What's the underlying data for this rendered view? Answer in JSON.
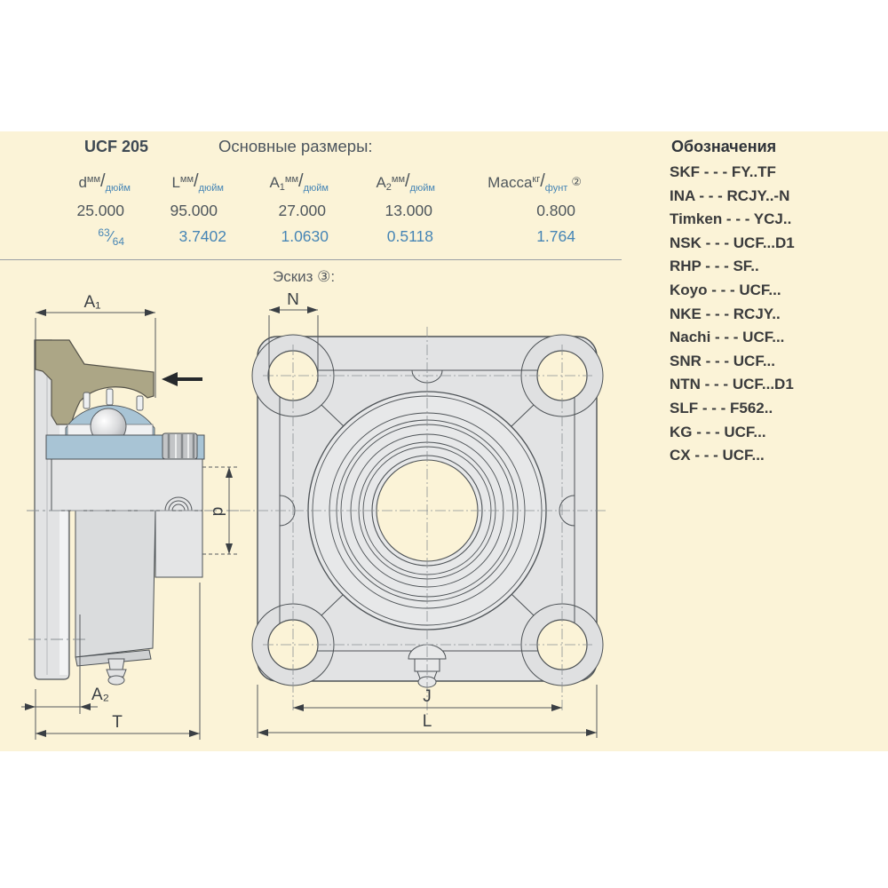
{
  "colors": {
    "panel_bg": "#fbf3d7",
    "accent_blue": "#4685b5",
    "text_dark": "#4e565c",
    "flange_olive": "#aca686",
    "bearing_blue": "#a8c4d5",
    "metal_grey": "#e2e3e4",
    "line_dark": "#4d5256"
  },
  "header": {
    "model": "UCF 205",
    "table_title": "Основные размеры:"
  },
  "table": {
    "slash": "/",
    "columns": [
      {
        "letter": "d",
        "letter_sub": "",
        "unit_top": "мм",
        "unit_bottom": "дюйм",
        "mm": "25.000",
        "inch_sup": "63",
        "inch_sub": "64",
        "frac_slash": "⁄"
      },
      {
        "letter": "L",
        "letter_sub": "",
        "unit_top": "мм",
        "unit_bottom": "дюйм",
        "mm": "95.000",
        "inch": "3.7402"
      },
      {
        "letter": "A",
        "letter_sub": "1",
        "unit_top": "мм",
        "unit_bottom": "дюйм",
        "mm": "27.000",
        "inch": "1.0630"
      },
      {
        "letter": "A",
        "letter_sub": "2",
        "unit_top": "мм",
        "unit_bottom": "дюйм",
        "mm": "13.000",
        "inch": "0.5118"
      },
      {
        "letter": "Масса",
        "letter_sub": "",
        "unit_top": "кг",
        "unit_bottom": "фунт",
        "note": "②",
        "mm": "0.800",
        "inch": "1.764"
      }
    ]
  },
  "sketch": {
    "label": "Эскиз ③:"
  },
  "designations": {
    "title": "Обозначения",
    "items": [
      "SKF - - - FY..TF",
      "INA - - - RCJY..-N",
      "Timken - - - YCJ..",
      "NSK - - - UCF...D1",
      "RHP - - - SF..",
      "Koyo - - - UCF...",
      "NKE - - - RCJY..",
      "Nachi - - - UCF...",
      "SNR - - - UCF...",
      "NTN - - - UCF...D1",
      "SLF - - - F562..",
      "KG - - - UCF...",
      "CX - - - UCF..."
    ]
  },
  "drawing": {
    "labels": {
      "a1": "A₁",
      "a2": "A₂",
      "d": "d",
      "t": "T",
      "n": "N",
      "j": "J",
      "l": "L"
    }
  }
}
